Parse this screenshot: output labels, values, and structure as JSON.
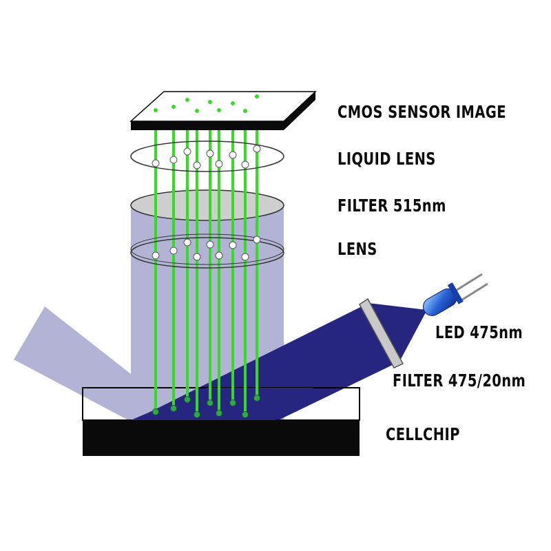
{
  "labels": {
    "cmos": "CMOS SENSOR IMAGE",
    "liquid_lens": "LIQUID LENS",
    "filter_emission": "FILTER 515nm",
    "lens": "LENS",
    "led": "LED 475nm",
    "filter_excitation": "FILTER 475/20nm",
    "cellchip": "CELLCHIP"
  },
  "colors": {
    "fluorescence_green": "#33dd22",
    "excitation_blue": "#262680",
    "light_path": "#b3b3d6",
    "sensor_black": "#0a0a0a",
    "filter_grey": "#cfcfcf"
  }
}
